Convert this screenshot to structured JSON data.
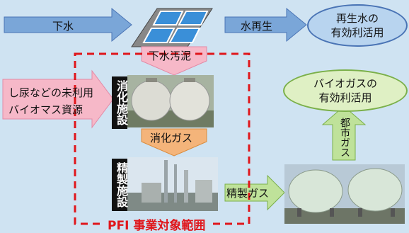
{
  "flow": {
    "sewage": "下水",
    "reclaimed_water": "水再生",
    "reclaimed_use_line1": "再生水の",
    "reclaimed_use_line2": "有効利活用",
    "sludge": "下水汚泥",
    "biomass_line1": "し尿などの未利用",
    "biomass_line2": "バイオマス資源",
    "digestion_facility": "消化施設",
    "digestion_gas": "消化ガス",
    "refining_facility": "精製施設",
    "refined_gas": "精製ガス",
    "city_gas": "都市ガス",
    "biogas_use_line1": "バイオガスの",
    "biogas_use_line2": "有効利活用"
  },
  "scope_label": "PFI 事業対象範囲",
  "colors": {
    "background": "#cfe3f2",
    "blue_arrow": "#7aa6d8",
    "orange_arrow": "#f4b47a",
    "pink_arrow": "#f6b8c8",
    "green_arrow": "#bfe29a",
    "scope_border": "#e0161b",
    "reclaimed_ellipse": "#b8d4ef",
    "biogas_ellipse": "#dff0c4"
  }
}
